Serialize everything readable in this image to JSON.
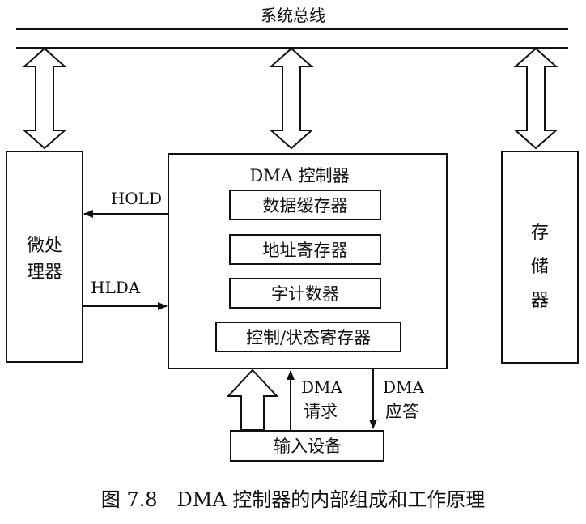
{
  "bus": {
    "label": "系统总线"
  },
  "cpu": {
    "line1": "微处",
    "line2": "理器"
  },
  "dma": {
    "title": "DMA 控制器",
    "registers": [
      "数据缓存器",
      "地址寄存器",
      "字计数器",
      "控制/状态寄存器"
    ]
  },
  "memory": {
    "chars": [
      "存",
      "储",
      "器"
    ]
  },
  "signals": {
    "hold": "HOLD",
    "hlda": "HLDA",
    "dma_request": {
      "line1": "DMA",
      "line2": "请求"
    },
    "dma_ack": {
      "line1": "DMA",
      "line2": "应答"
    }
  },
  "io": {
    "label": "输入设备"
  },
  "caption": "图 7.8　DMA 控制器的内部组成和工作原理"
}
